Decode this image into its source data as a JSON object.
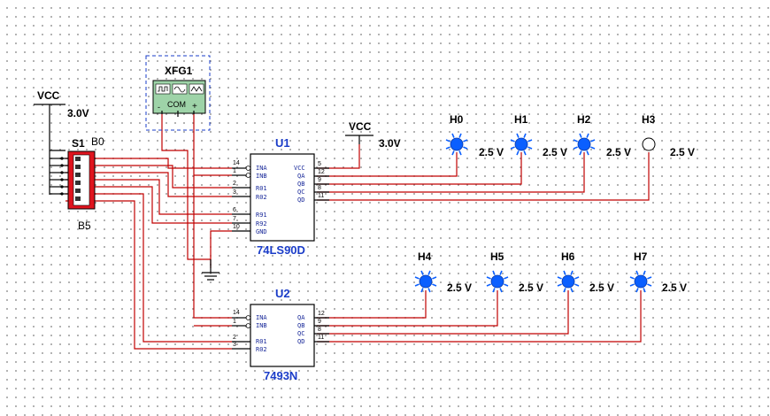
{
  "function_generator": {
    "ref": "XFG1",
    "terminals": [
      "-",
      "COM",
      "+"
    ]
  },
  "power": [
    {
      "name": "VCC",
      "voltage": "3.0V"
    },
    {
      "name": "VCC",
      "voltage": "3.0V"
    }
  ],
  "dip_switch": {
    "ref": "S1",
    "top_label": "B0",
    "bottom_label": "B5"
  },
  "chips": {
    "u1": {
      "ref": "U1",
      "part": "74LS90D",
      "left_pins": [
        {
          "num": "14",
          "name": "INA"
        },
        {
          "num": "1",
          "name": "INB"
        },
        {
          "num": "2",
          "name": "R01"
        },
        {
          "num": "3",
          "name": "R02"
        },
        {
          "num": "6",
          "name": "R91"
        },
        {
          "num": "7",
          "name": "R92"
        },
        {
          "num": "10",
          "name": "GND"
        }
      ],
      "right_pins": [
        {
          "num": "5",
          "name": "VCC"
        },
        {
          "num": "12",
          "name": "QA"
        },
        {
          "num": "9",
          "name": "QB"
        },
        {
          "num": "8",
          "name": "QC"
        },
        {
          "num": "11",
          "name": "QD"
        }
      ]
    },
    "u2": {
      "ref": "U2",
      "part": "7493N",
      "left_pins": [
        {
          "num": "14",
          "name": "INA"
        },
        {
          "num": "1",
          "name": "INB"
        },
        {
          "num": "2",
          "name": "R01"
        },
        {
          "num": "3",
          "name": "R02"
        }
      ],
      "right_pins": [
        {
          "num": "12",
          "name": "QA"
        },
        {
          "num": "9",
          "name": "QB"
        },
        {
          "num": "8",
          "name": "QC"
        },
        {
          "num": "11",
          "name": "QD"
        }
      ]
    }
  },
  "probes": [
    {
      "ref": "H0",
      "voltage": "2.5 V",
      "lit": true
    },
    {
      "ref": "H1",
      "voltage": "2.5 V",
      "lit": true
    },
    {
      "ref": "H2",
      "voltage": "2.5 V",
      "lit": true
    },
    {
      "ref": "H3",
      "voltage": "2.5 V",
      "lit": false
    },
    {
      "ref": "H4",
      "voltage": "2.5 V",
      "lit": true
    },
    {
      "ref": "H5",
      "voltage": "2.5 V",
      "lit": true
    },
    {
      "ref": "H6",
      "voltage": "2.5 V",
      "lit": true
    },
    {
      "ref": "H7",
      "voltage": "2.5 V",
      "lit": true
    }
  ],
  "colors": {
    "wire": "#c00000",
    "chip_text": "#1a3cc8",
    "probe_lit": "#0a5fff",
    "dip_body": "#e0141e",
    "fg_body": "#9ed3a8"
  }
}
